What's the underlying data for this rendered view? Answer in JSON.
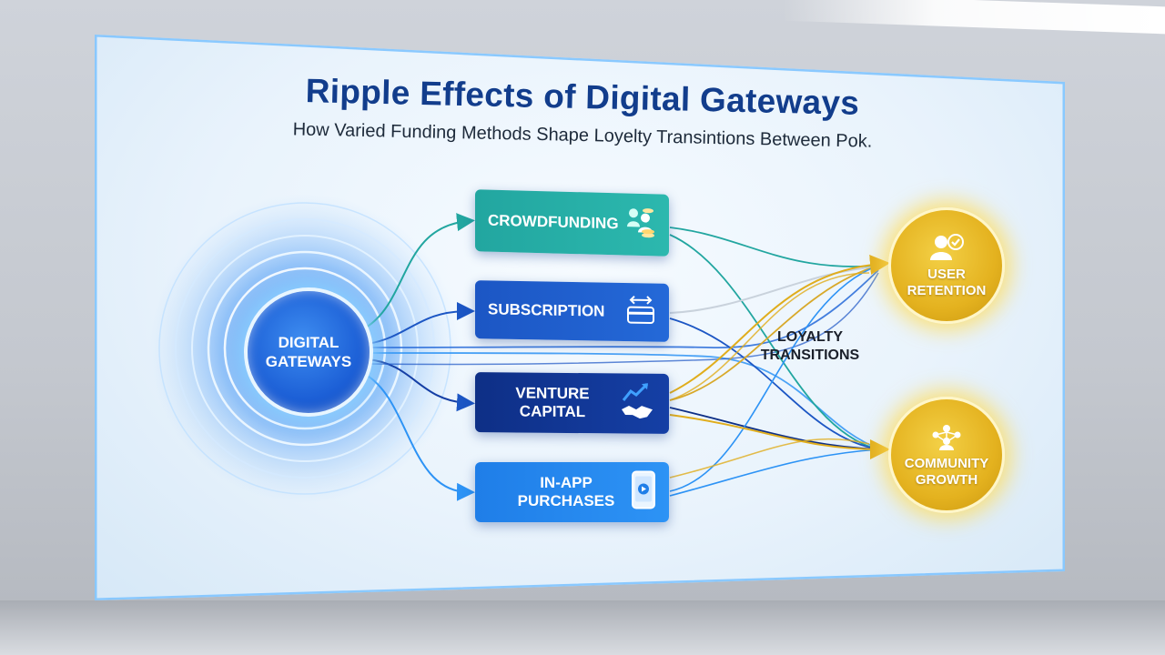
{
  "title": "Ripple Effects of Digital Gateways",
  "subtitle": "How Varied Funding Methods Shape Loyelty Transintions Between Pok.",
  "hub": {
    "label": "DIGITAL GATEWAYS"
  },
  "funding_methods": [
    {
      "label": "CROWDFUNDING",
      "icon": "people-coins-icon",
      "color": "#22a6a0"
    },
    {
      "label": "SUBSCRIPTION",
      "icon": "card-arrows-icon",
      "color": "#1c56c4"
    },
    {
      "label": "VENTURE CAPITAL",
      "icon": "handshake-growth-icon",
      "color": "#0e2f86"
    },
    {
      "label": "IN-APP PURCHASES",
      "icon": "phone-icon",
      "color": "#1f7ee8"
    }
  ],
  "transition_label": "LOYALTY TRANSITIONS",
  "outcomes": [
    {
      "label": "USER RETENTION",
      "icon": "user-check-icon",
      "color": "#e4b21f"
    },
    {
      "label": "COMMUNITY GROWTH",
      "icon": "network-people-icon",
      "color": "#e4b21f"
    }
  ]
}
